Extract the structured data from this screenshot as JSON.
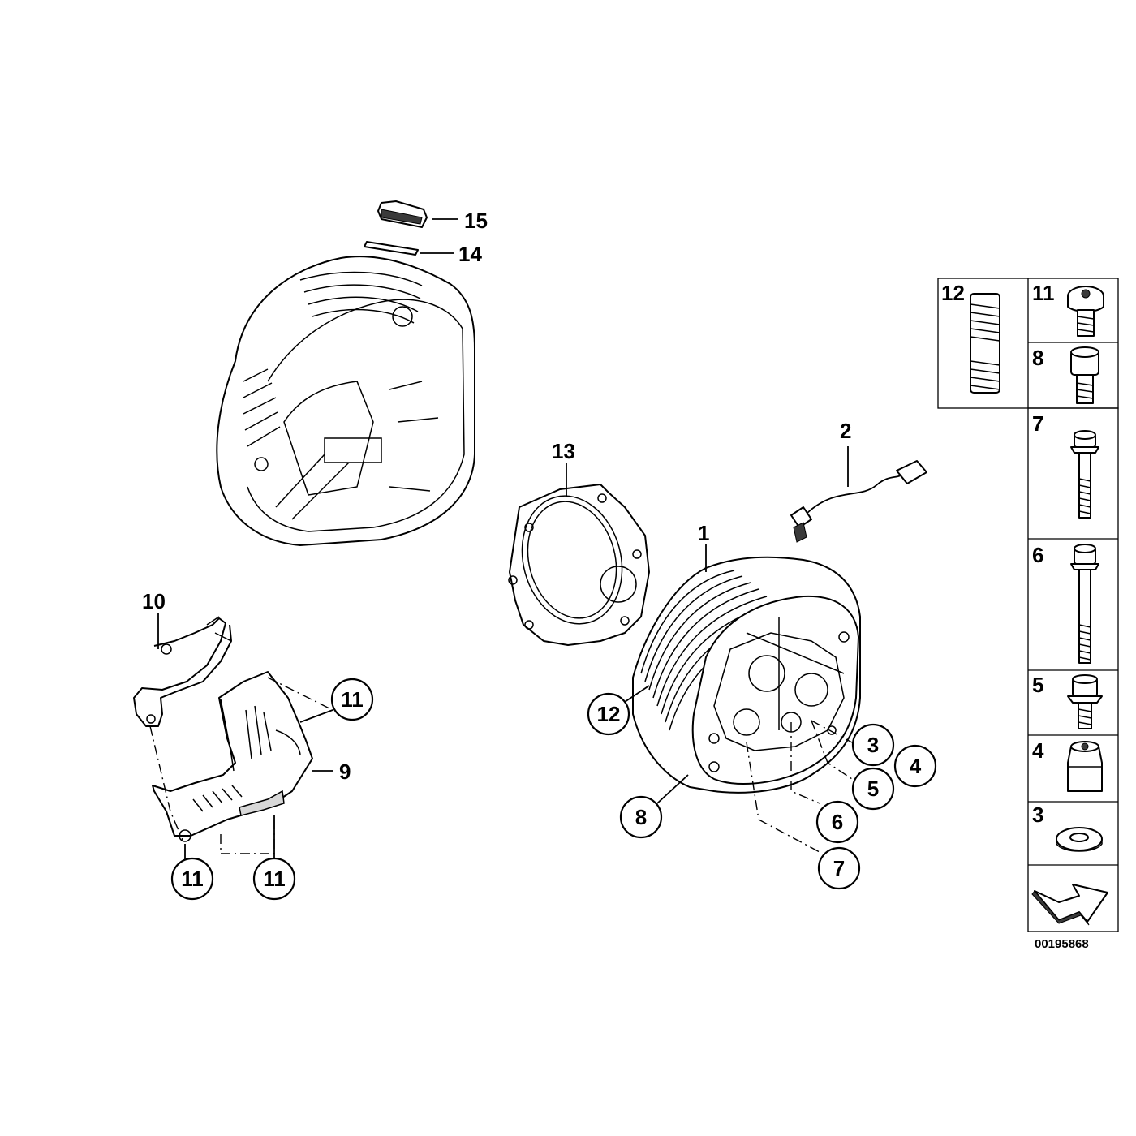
{
  "diagram": {
    "reference_number": "00195868",
    "part_labels": {
      "p1": "1",
      "p2": "2",
      "p9": "9",
      "p10": "10",
      "p13": "13",
      "p14": "14",
      "p15": "15"
    },
    "circled_labels": {
      "c3": "3",
      "c4": "4",
      "c5": "5",
      "c6": "6",
      "c7": "7",
      "c8": "8",
      "c11a": "11",
      "c11b": "11",
      "c11c": "11",
      "c12": "12"
    },
    "fastener_table": {
      "cells": [
        {
          "id": "12",
          "label": "12"
        },
        {
          "id": "11",
          "label": "11"
        },
        {
          "id": "8",
          "label": "8"
        },
        {
          "id": "7",
          "label": "7"
        },
        {
          "id": "6",
          "label": "6"
        },
        {
          "id": "5",
          "label": "5"
        },
        {
          "id": "4",
          "label": "4"
        },
        {
          "id": "3",
          "label": "3"
        }
      ]
    }
  }
}
